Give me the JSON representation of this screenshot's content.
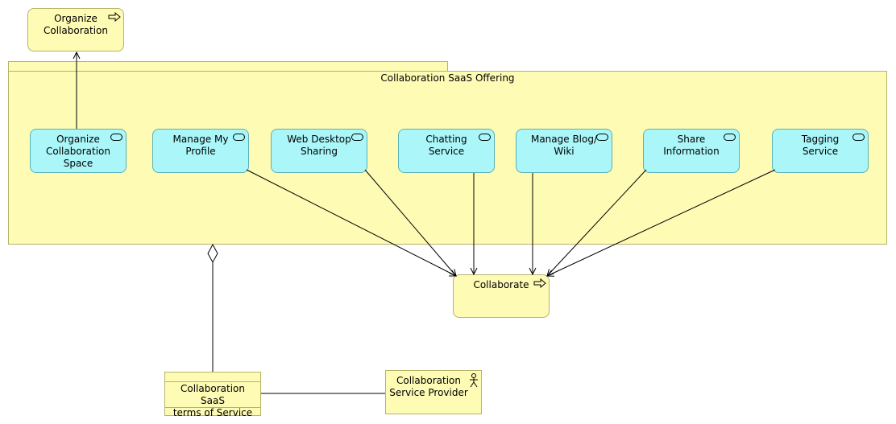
{
  "group": {
    "title": "Collaboration SaaS Offering"
  },
  "processes": {
    "organize_collaboration": "Organize\nCollaboration",
    "collaborate": "Collaborate"
  },
  "services": [
    {
      "id": "organize-collaboration-space",
      "label": "Organize\nCollaboration\nSpace"
    },
    {
      "id": "manage-my-profile",
      "label": "Manage My\nProfile"
    },
    {
      "id": "web-desktop-sharing",
      "label": "Web Desktop\nSharing"
    },
    {
      "id": "chatting-service",
      "label": "Chatting\nService"
    },
    {
      "id": "manage-blog-wiki",
      "label": "Manage Blog/\nWiki"
    },
    {
      "id": "share-information",
      "label": "Share\nInformation"
    },
    {
      "id": "tagging-service",
      "label": "Tagging\nService"
    }
  ],
  "contract": {
    "label": "Collaboration SaaS\nterms of Service"
  },
  "actor": {
    "label": "Collaboration\nService Provider"
  },
  "colors": {
    "service_fill": "#aaf6f9",
    "business_fill": "#fefbb4",
    "line": "#000000"
  },
  "icons": {
    "process": "process-arrow-icon",
    "service": "service-pill-icon",
    "actor": "actor-stick-figure-icon"
  }
}
